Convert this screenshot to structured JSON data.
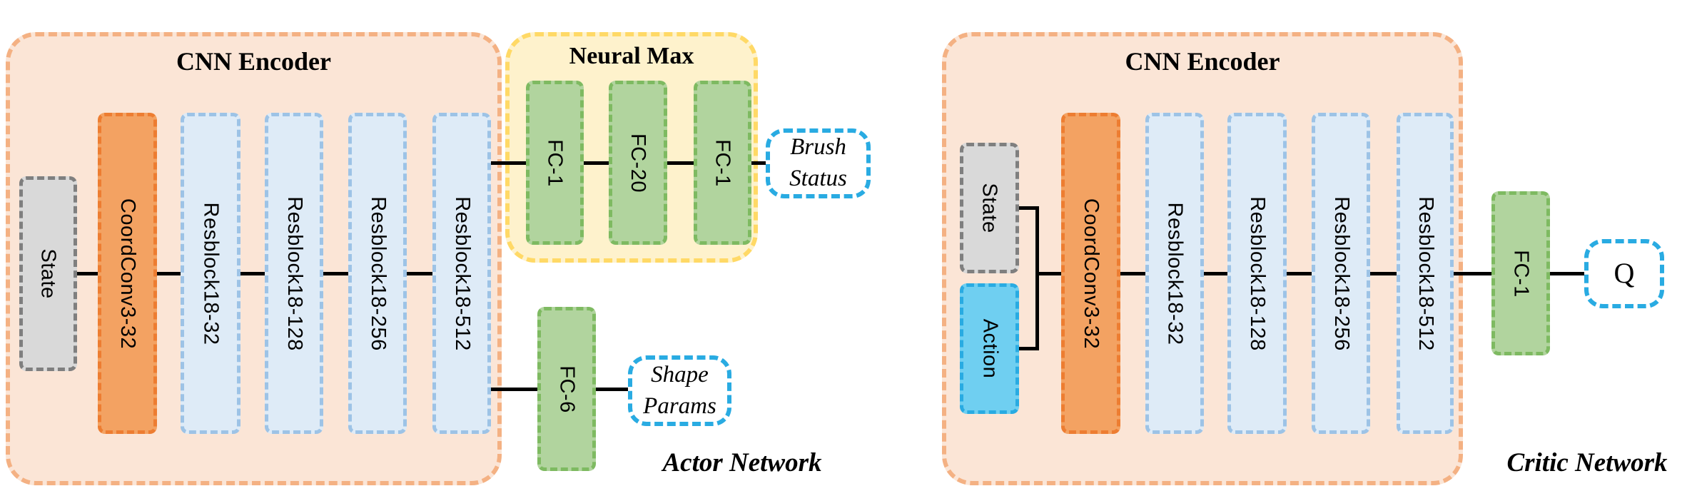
{
  "colors": {
    "panel_fill": "#FBE5D6",
    "panel_border": "#F4B183",
    "yellow_fill": "#FEF2CC",
    "yellow_border": "#FFD966",
    "orange_fill": "#F3A262",
    "orange_border": "#ED7D31",
    "blue_fill": "#DEEBF7",
    "blue_border": "#9DC3E6",
    "gray_fill": "#D9D9D9",
    "gray_border": "#7F7F7F",
    "green_fill": "#B1D49E",
    "green_border": "#7EBA61",
    "cyan_fill": "#6FCFF1",
    "cyan_border": "#29ABE2",
    "io_border": "#29ABE2",
    "line": "#000000"
  },
  "actor_network": {
    "encoder_title": "CNN Encoder",
    "input": "State",
    "layers": [
      "CoordConv3-32",
      "Resblock18-32",
      "Resblock18-128",
      "Resblock18-256",
      "Resblock18-512"
    ],
    "neural_max": {
      "title": "Neural Max",
      "layers": [
        "FC-1",
        "FC-20",
        "FC-1"
      ]
    },
    "brush_status": {
      "line1": "Brush",
      "line2": "Status"
    },
    "fc6": "FC-6",
    "shape_params": {
      "line1": "Shape",
      "line2": "Params"
    },
    "caption": "Actor Network"
  },
  "critic_network": {
    "encoder_title": "CNN Encoder",
    "input_state": "State",
    "input_action": "Action",
    "layers": [
      "CoordConv3-32",
      "Resblock18-32",
      "Resblock18-128",
      "Resblock18-256",
      "Resblock18-512"
    ],
    "fc1": "FC-1",
    "output_q": "Q",
    "caption": "Critic Network"
  }
}
